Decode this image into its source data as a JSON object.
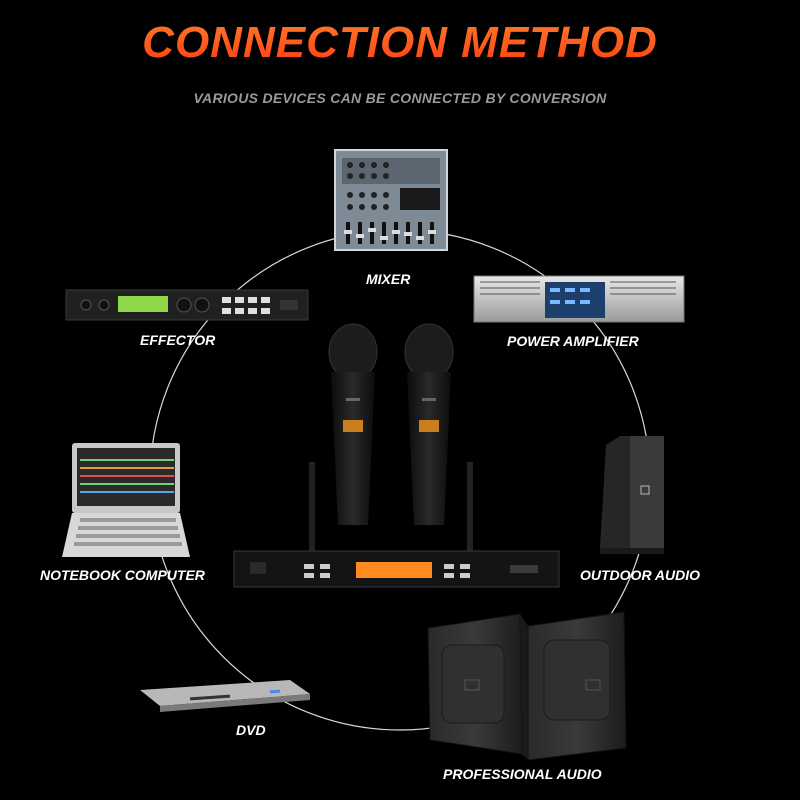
{
  "title": "CONNECTION METHOD",
  "subtitle": "VARIOUS DEVICES CAN BE CONNECTED BY CONVERSION",
  "devices": {
    "mixer": "MIXER",
    "power_amplifier": "POWER AMPLIFIER",
    "effector": "EFFECTOR",
    "notebook_computer": "NOTEBOOK COMPUTER",
    "outdoor_audio": "OUTDOOR AUDIO",
    "dvd": "DVD",
    "professional_audio": "PROFESSIONAL AUDIO"
  },
  "colors": {
    "title": "#ff5a1e",
    "subtitle": "#9a9a9a",
    "label": "#ffffff",
    "receiver_display": "#ff8a1e",
    "background": "#000000"
  }
}
